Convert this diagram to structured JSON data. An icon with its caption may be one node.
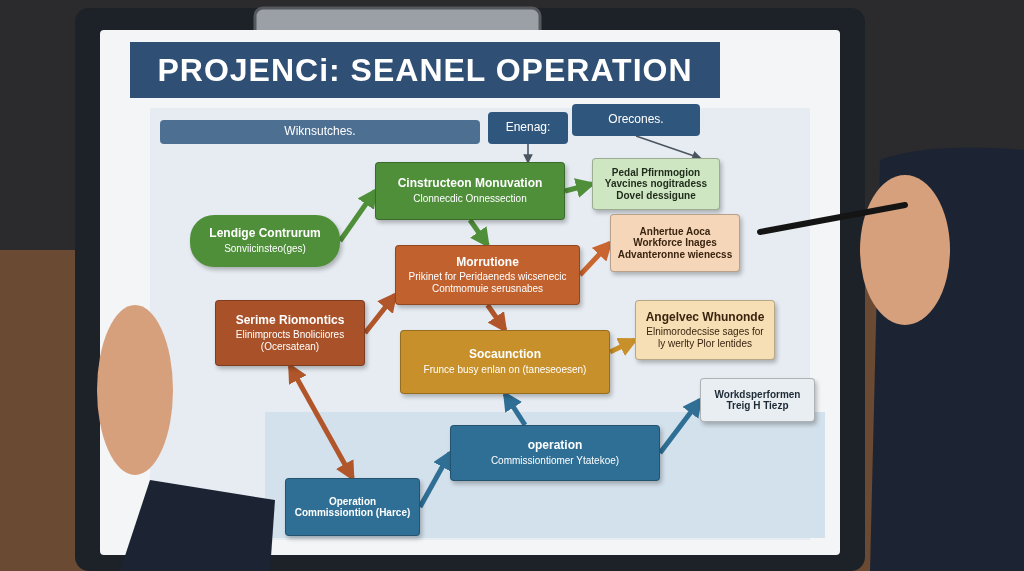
{
  "diagram": {
    "title": "PROJENCi: SEANEL OPERATION",
    "nodes": [
      {
        "text": [
          "Wiknsutches."
        ]
      },
      {
        "text": [
          "Enenag:"
        ]
      },
      {
        "text": [
          "Orecones."
        ]
      },
      {
        "text": [
          "Lendige Contrurum",
          "Sonviicinsteo(ges)"
        ]
      },
      {
        "text": [
          "Cinstructeon Monuvation",
          "Clonnecdic Onnessection"
        ]
      },
      {
        "text": [
          "Pedal Pfirnmogion Yavcines nogitradess Dovel dessigune"
        ]
      },
      {
        "text": [
          "Morrutione",
          "Prikinet for Peridaeneds wicsenecic Contmomuie serusnabes"
        ]
      },
      {
        "text": [
          "Anhertue Aoca Workforce Inages Advanteronne wienecss"
        ]
      },
      {
        "text": [
          "Serime Riomontics",
          "Elinimprocts Bnoliciiores (Ocersatean)"
        ]
      },
      {
        "text": [
          "Angelvec Whunonde",
          "Elnimorodecsise sages for ly werlty Plor lentides"
        ]
      },
      {
        "text": [
          "Socaunction",
          "Frunce busy enlan on (taneseoesen)"
        ]
      },
      {
        "text": [
          "operation",
          "Commissiontiomer Ytatekoe)"
        ]
      },
      {
        "text": [
          "Operation Commissiontion (Harce)"
        ]
      },
      {
        "text": [
          "Workdsperformen Treig H Tiezp"
        ]
      }
    ],
    "edges": [
      {
        "from": 1,
        "to": 4,
        "arrow": "to",
        "color": "#4a5560"
      },
      {
        "from": 2,
        "to": 5,
        "arrow": "to",
        "color": "#4a5560"
      },
      {
        "from": 3,
        "to": 4,
        "arrow": "to",
        "color": "#4f8f3a"
      },
      {
        "from": 4,
        "to": 5,
        "arrow": "to",
        "color": "#4f8f3a"
      },
      {
        "from": 4,
        "to": 6,
        "arrow": "to",
        "color": "#4f8f3a"
      },
      {
        "from": 8,
        "to": 6,
        "arrow": "to",
        "color": "#b0562a"
      },
      {
        "from": 6,
        "to": 7,
        "arrow": "to",
        "color": "#c9652e"
      },
      {
        "from": 6,
        "to": 10,
        "arrow": "to",
        "color": "#b0562a"
      },
      {
        "from": 10,
        "to": 9,
        "arrow": "to",
        "color": "#c8902a"
      },
      {
        "from": 12,
        "to": 8,
        "arrow": "both",
        "color": "#b0562a"
      },
      {
        "from": 12,
        "to": 11,
        "arrow": "to",
        "color": "#2f6f95"
      },
      {
        "from": 11,
        "to": 10,
        "arrow": "to",
        "color": "#2f6f95"
      },
      {
        "from": 11,
        "to": 13,
        "arrow": "to",
        "color": "#2f6f95"
      }
    ]
  }
}
